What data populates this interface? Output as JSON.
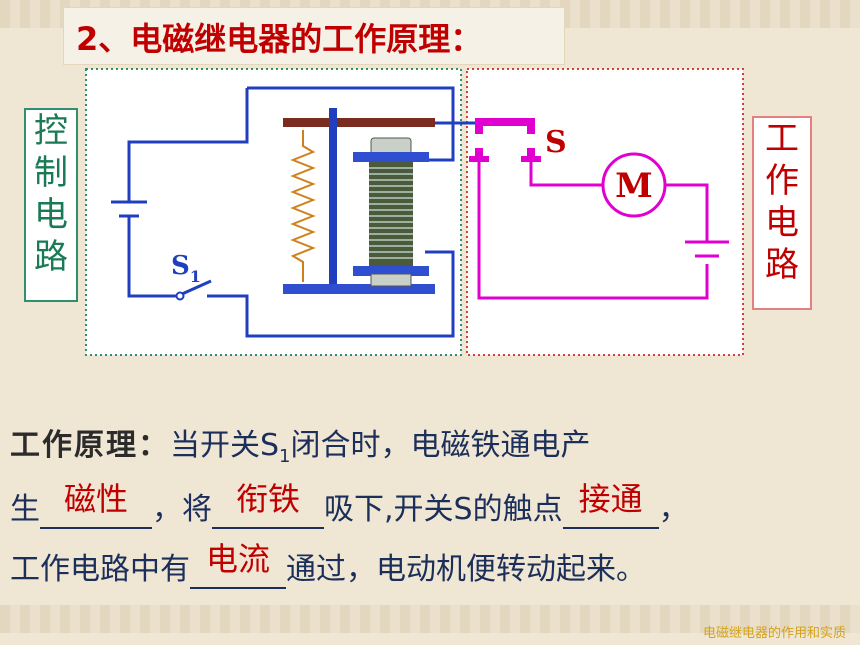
{
  "title": "2、电磁继电器的工作原理：",
  "labels": {
    "control_circuit": "控制电路",
    "work_circuit": "工作电路",
    "switch_s1_main": "S",
    "switch_s1_sub": "1",
    "switch_s": "S",
    "motor": "M"
  },
  "principle": {
    "lead": "工作原理：",
    "line1_part1": "当开关S",
    "line1_sub": "1",
    "line1_part2": "闭合时，电磁铁通电产",
    "line2_part1": "生",
    "blank1_answer": "磁性",
    "line2_part2": "，将",
    "blank2_answer": "衔铁",
    "line2_part3": "吸下,开关S的触点",
    "blank3_answer": "接通",
    "line2_part4": "，",
    "line3_part1": "工作电路中有",
    "blank4_answer": "电流",
    "line3_part2": "通过，电动机便转动起来。"
  },
  "footer": "电磁继电器的作用和实质",
  "colors": {
    "title": "#c00000",
    "control_wire": "#1f3fbf",
    "work_wire": "#e000d0",
    "answer": "#c00000",
    "text": "#1b2f5a"
  }
}
